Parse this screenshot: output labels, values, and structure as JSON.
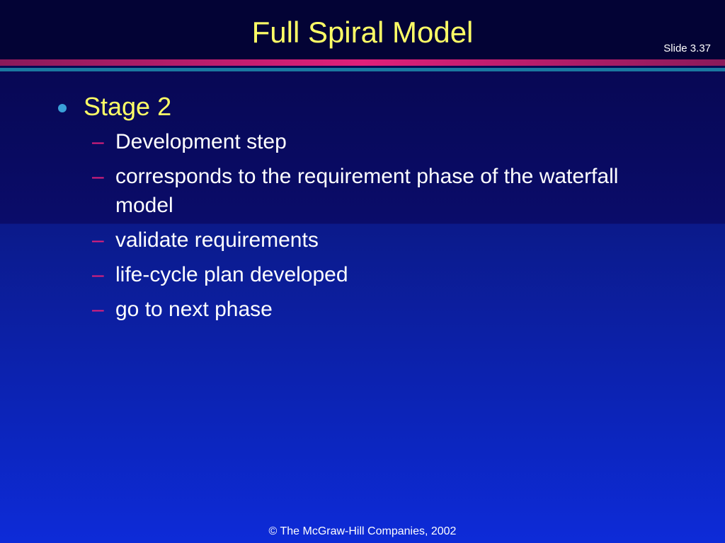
{
  "slide": {
    "title": "Full Spiral Model",
    "number": "Slide 3.37"
  },
  "bullet": {
    "label": "Stage 2",
    "sub_items": [
      "Development step",
      "corresponds to the requirement phase of the waterfall model",
      "validate requirements",
      "life-cycle plan developed",
      "go to next phase"
    ],
    "dash": "–"
  },
  "footer": {
    "copyright": "© The McGraw-Hill Companies, 2002"
  },
  "colors": {
    "title": "#ffff66",
    "bullet_dot": "#3aa0d8",
    "dash": "#e0207a",
    "stripe_pink": "#e0207a",
    "stripe_teal": "#1a78a0"
  }
}
